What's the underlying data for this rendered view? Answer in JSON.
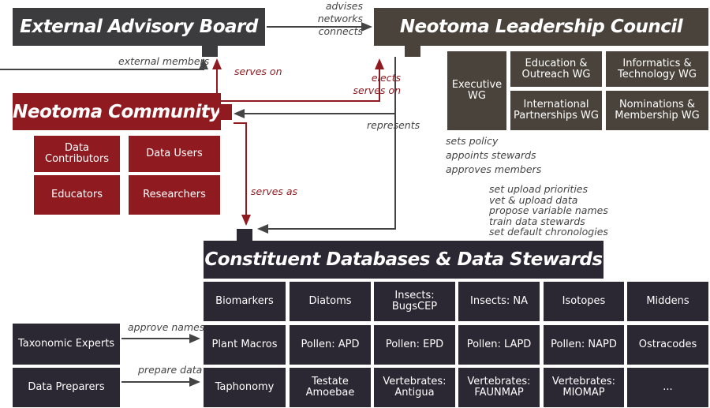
{
  "external_board": {
    "title": "External Advisory Board"
  },
  "council": {
    "title": "Neotoma Leadership  Council",
    "groups": [
      "Executive WG",
      "Education & Outreach WG",
      "Informatics & Technology WG",
      "International Partnerships WG",
      "Nominations & Membership WG"
    ],
    "roles": [
      "sets policy",
      "appoints stewards",
      "approves members"
    ]
  },
  "community": {
    "title": "Neotoma Community",
    "groups": [
      "Data Contributors",
      "Data Users",
      "Educators",
      "Researchers"
    ]
  },
  "constituent": {
    "title": "Constituent Databases & Data Stewards",
    "roles": [
      "set upload priorities",
      "vet & upload data",
      "propose variable names",
      "train data stewards",
      "set default chronologies"
    ],
    "databases": [
      "Biomarkers",
      "Diatoms",
      "Insects: BugsCEP",
      "Insects: NA",
      "Isotopes",
      "Middens",
      "Plant Macros",
      "Pollen: APD",
      "Pollen: EPD",
      "Pollen: LAPD",
      "Pollen: NAPD",
      "Ostracodes",
      "Taphonomy",
      "Testate Amoebae",
      "Vertebrates: Antigua",
      "Vertebrates: FAUNMAP",
      "Vertebrates: MIOMAP",
      "..."
    ]
  },
  "external": {
    "taxonomic": "Taxonomic Experts",
    "preparers": "Data Preparers"
  },
  "labels": {
    "advises": "advises",
    "networks": "networks",
    "connects": "connects",
    "external_members": "external members",
    "serves_on": "serves on",
    "elects": "elects",
    "serves_on2": "serves on",
    "represents": "represents",
    "serves_as": "serves as",
    "approve_names": "approve names",
    "prepare_data": "prepare data"
  },
  "colors": {
    "board": "#3c3c3e",
    "council": "#4a433b",
    "community": "#8f1b21",
    "constituent": "#2b2733"
  }
}
